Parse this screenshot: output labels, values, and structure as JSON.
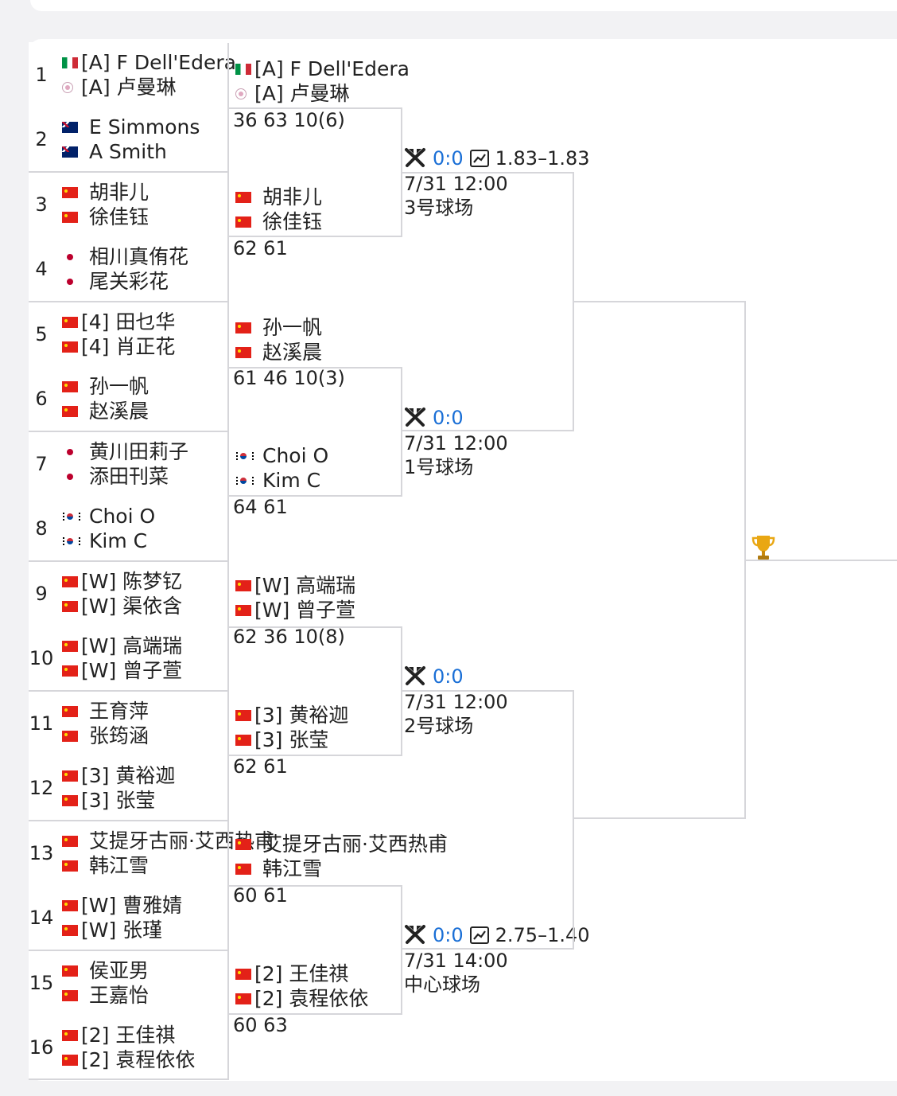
{
  "round1": [
    {
      "seed": "1",
      "players": [
        {
          "flag": "it",
          "name": "[A] F Dell'Edera"
        },
        {
          "flag": "tw",
          "name": "[A] 卢曼琳"
        }
      ]
    },
    {
      "seed": "2",
      "players": [
        {
          "flag": "au",
          "name": "E Simmons"
        },
        {
          "flag": "au",
          "name": "A Smith"
        }
      ]
    },
    {
      "seed": "3",
      "players": [
        {
          "flag": "cn",
          "name": "胡非儿"
        },
        {
          "flag": "cn",
          "name": "徐佳钰"
        }
      ]
    },
    {
      "seed": "4",
      "players": [
        {
          "flag": "jp",
          "name": "相川真侑花"
        },
        {
          "flag": "jp",
          "name": "尾关彩花"
        }
      ]
    },
    {
      "seed": "5",
      "players": [
        {
          "flag": "cn",
          "name": "[4] 田乜华"
        },
        {
          "flag": "cn",
          "name": "[4] 肖正花"
        }
      ]
    },
    {
      "seed": "6",
      "players": [
        {
          "flag": "cn",
          "name": "孙一帆"
        },
        {
          "flag": "cn",
          "name": "赵溪晨"
        }
      ]
    },
    {
      "seed": "7",
      "players": [
        {
          "flag": "jp",
          "name": "黄川田莉子"
        },
        {
          "flag": "jp",
          "name": "添田刊菜"
        }
      ]
    },
    {
      "seed": "8",
      "players": [
        {
          "flag": "kr",
          "name": "Choi O"
        },
        {
          "flag": "kr",
          "name": "Kim C"
        }
      ]
    },
    {
      "seed": "9",
      "players": [
        {
          "flag": "cn",
          "name": "[W] 陈梦钇"
        },
        {
          "flag": "cn",
          "name": "[W] 渠依含"
        }
      ]
    },
    {
      "seed": "10",
      "players": [
        {
          "flag": "cn",
          "name": "[W] 高端瑞"
        },
        {
          "flag": "cn",
          "name": "[W] 曾子萱"
        }
      ]
    },
    {
      "seed": "11",
      "players": [
        {
          "flag": "cn",
          "name": "王育萍"
        },
        {
          "flag": "cn",
          "name": "张筠涵"
        }
      ]
    },
    {
      "seed": "12",
      "players": [
        {
          "flag": "cn",
          "name": "[3] 黄裕迦"
        },
        {
          "flag": "cn",
          "name": "[3] 张莹"
        }
      ]
    },
    {
      "seed": "13",
      "players": [
        {
          "flag": "cn",
          "name": "艾提牙古丽·艾西热甫"
        },
        {
          "flag": "cn",
          "name": "韩江雪"
        }
      ]
    },
    {
      "seed": "14",
      "players": [
        {
          "flag": "cn",
          "name": "[W] 曹雅婧"
        },
        {
          "flag": "cn",
          "name": "[W] 张瑾"
        }
      ]
    },
    {
      "seed": "15",
      "players": [
        {
          "flag": "cn",
          "name": "侯亚男"
        },
        {
          "flag": "cn",
          "name": "王嘉怡"
        }
      ]
    },
    {
      "seed": "16",
      "players": [
        {
          "flag": "cn",
          "name": "[2] 王佳祺"
        },
        {
          "flag": "cn",
          "name": "[2] 袁程依依"
        }
      ]
    }
  ],
  "round2": [
    {
      "players": [
        {
          "flag": "it",
          "name": "[A] F Dell'Edera"
        },
        {
          "flag": "tw",
          "name": "[A] 卢曼琳"
        }
      ],
      "score": "36 63 10(6)"
    },
    {
      "players": [
        {
          "flag": "cn",
          "name": "胡非儿"
        },
        {
          "flag": "cn",
          "name": "徐佳钰"
        }
      ],
      "score": "62 61"
    },
    {
      "players": [
        {
          "flag": "cn",
          "name": "孙一帆"
        },
        {
          "flag": "cn",
          "name": "赵溪晨"
        }
      ],
      "score": "61 46 10(3)"
    },
    {
      "players": [
        {
          "flag": "kr",
          "name": "Choi O"
        },
        {
          "flag": "kr",
          "name": "Kim C"
        }
      ],
      "score": "64 61"
    },
    {
      "players": [
        {
          "flag": "cn",
          "name": "[W] 高端瑞"
        },
        {
          "flag": "cn",
          "name": "[W] 曾子萱"
        }
      ],
      "score": "62 36 10(8)"
    },
    {
      "players": [
        {
          "flag": "cn",
          "name": "[3] 黄裕迦"
        },
        {
          "flag": "cn",
          "name": "[3] 张莹"
        }
      ],
      "score": "62 61"
    },
    {
      "players": [
        {
          "flag": "cn",
          "name": "艾提牙古丽·艾西热甫"
        },
        {
          "flag": "cn",
          "name": "韩江雪"
        }
      ],
      "score": "60 61"
    },
    {
      "players": [
        {
          "flag": "cn",
          "name": "[2] 王佳祺"
        },
        {
          "flag": "cn",
          "name": "[2] 袁程依依"
        }
      ],
      "score": "60 63"
    }
  ],
  "round3": [
    {
      "live": "0:0",
      "odds": "1.83–1.83",
      "time": "7/31 12:00",
      "court": "3号球场"
    },
    {
      "live": "0:0",
      "odds": "",
      "time": "7/31 12:00",
      "court": "1号球场"
    },
    {
      "live": "0:0",
      "odds": "",
      "time": "7/31 12:00",
      "court": "2号球场"
    },
    {
      "live": "0:0",
      "odds": "2.75–1.40",
      "time": "7/31 14:00",
      "court": "中心球场"
    }
  ],
  "icons": {
    "badminton": "badminton-icon",
    "chart": "odds-chart-icon",
    "trophy": "trophy-icon"
  },
  "colors": {
    "accent": "#1a6fd6",
    "line": "#d6d6da"
  }
}
